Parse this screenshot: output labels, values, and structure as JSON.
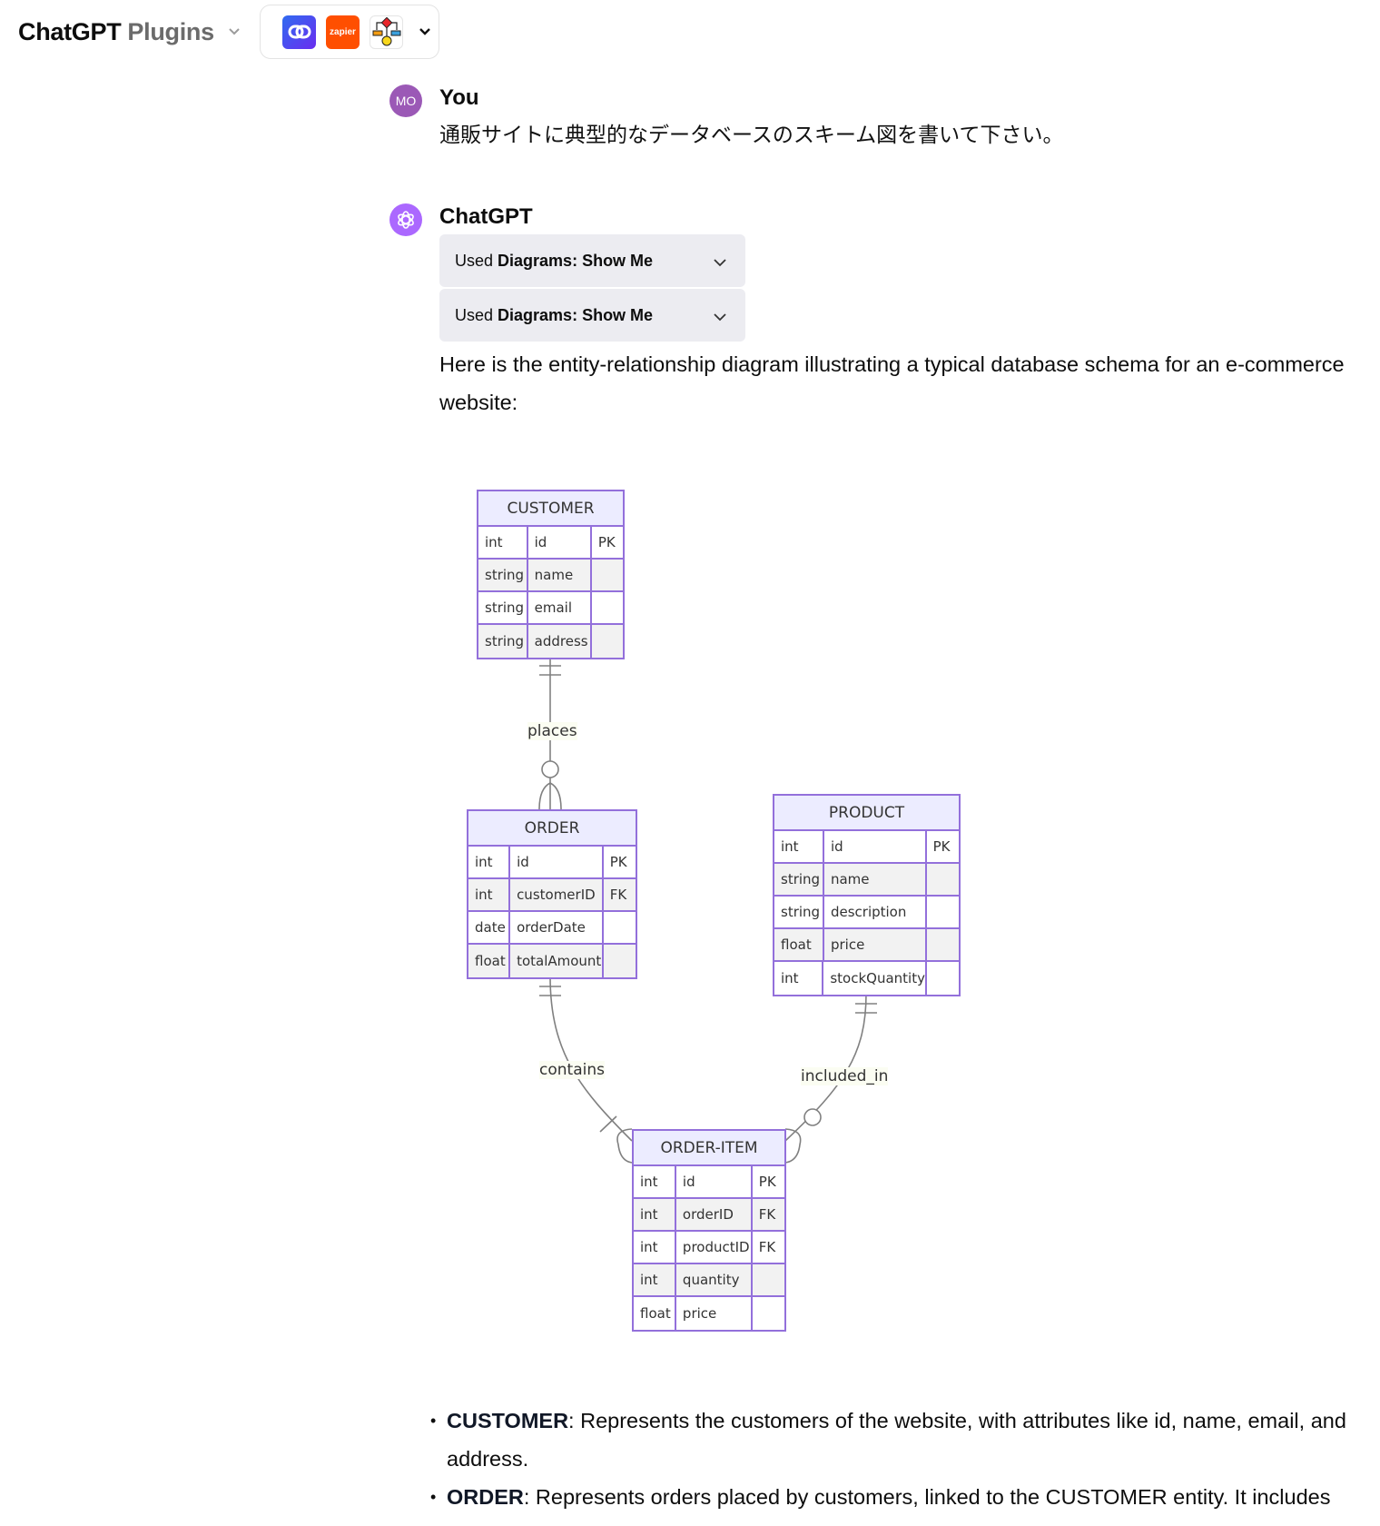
{
  "header": {
    "title": "ChatGPT",
    "subtitle": "Plugins",
    "plugins": [
      {
        "name": "link-plugin",
        "icon": "chain-link-icon"
      },
      {
        "name": "zapier-plugin",
        "label": "zapier",
        "icon": "zapier-icon"
      },
      {
        "name": "diagrams-plugin",
        "icon": "flowchart-icon"
      }
    ]
  },
  "messages": {
    "user": {
      "avatar": "MO",
      "author": "You",
      "text": "通販サイトに典型的なデータベースのスキーム図を書いて下さい。"
    },
    "assistant": {
      "author": "ChatGPT",
      "tools": [
        {
          "prefix": "Used ",
          "name": "Diagrams: Show Me"
        },
        {
          "prefix": "Used ",
          "name": "Diagrams: Show Me"
        }
      ],
      "intro": "Here is the entity-relationship diagram illustrating a typical database schema for an e-commerce website:",
      "bullets": [
        {
          "term": "CUSTOMER",
          "text": ": Represents the customers of the website, with attributes like id, name, email, and address."
        },
        {
          "term": "ORDER",
          "text": ": Represents orders placed by customers, linked to the CUSTOMER entity. It includes"
        }
      ]
    }
  },
  "diagram": {
    "colors": {
      "border": "#9370db",
      "header_bg": "#ececff",
      "row_alt": "#f2f2f2",
      "line": "#808080",
      "label_bg": "#fbfdf2"
    },
    "entities": [
      {
        "name": "CUSTOMER",
        "attributes": [
          [
            "int",
            "id",
            "PK"
          ],
          [
            "string",
            "name",
            ""
          ],
          [
            "string",
            "email",
            ""
          ],
          [
            "string",
            "address",
            ""
          ]
        ]
      },
      {
        "name": "ORDER",
        "attributes": [
          [
            "int",
            "id",
            "PK"
          ],
          [
            "int",
            "customerID",
            "FK"
          ],
          [
            "date",
            "orderDate",
            ""
          ],
          [
            "float",
            "totalAmount",
            ""
          ]
        ]
      },
      {
        "name": "PRODUCT",
        "attributes": [
          [
            "int",
            "id",
            "PK"
          ],
          [
            "string",
            "name",
            ""
          ],
          [
            "string",
            "description",
            ""
          ],
          [
            "float",
            "price",
            ""
          ],
          [
            "int",
            "stockQuantity",
            ""
          ]
        ]
      },
      {
        "name": "ORDER-ITEM",
        "attributes": [
          [
            "int",
            "id",
            "PK"
          ],
          [
            "int",
            "orderID",
            "FK"
          ],
          [
            "int",
            "productID",
            "FK"
          ],
          [
            "int",
            "quantity",
            ""
          ],
          [
            "float",
            "price",
            ""
          ]
        ]
      }
    ],
    "relationships": [
      {
        "from": "CUSTOMER",
        "to": "ORDER",
        "label": "places",
        "from_card": "exactly-one",
        "to_card": "zero-or-many"
      },
      {
        "from": "ORDER",
        "to": "ORDER-ITEM",
        "label": "contains",
        "from_card": "exactly-one",
        "to_card": "one-or-many"
      },
      {
        "from": "PRODUCT",
        "to": "ORDER-ITEM",
        "label": "included_in",
        "from_card": "exactly-one",
        "to_card": "zero-or-many"
      }
    ]
  }
}
